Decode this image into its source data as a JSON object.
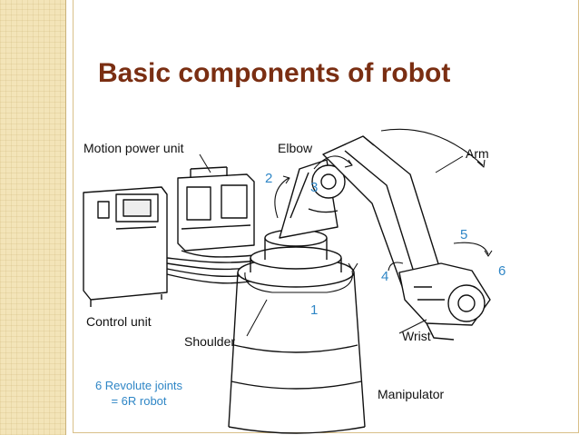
{
  "slide": {
    "title": "Basic components of robot",
    "accent_color": "#7a2e12",
    "number_color": "#2f86c6"
  },
  "labels": {
    "motion_power_unit": "Motion power unit",
    "elbow": "Elbow",
    "arm": "Arm",
    "control_unit": "Control unit",
    "shoulder": "Shoulder",
    "wrist": "Wrist",
    "manipulator": "Manipulator"
  },
  "joints": [
    "1",
    "2",
    "3",
    "4",
    "5",
    "6"
  ],
  "note": {
    "line1": "6 Revolute joints",
    "line2": "= 6R robot"
  }
}
